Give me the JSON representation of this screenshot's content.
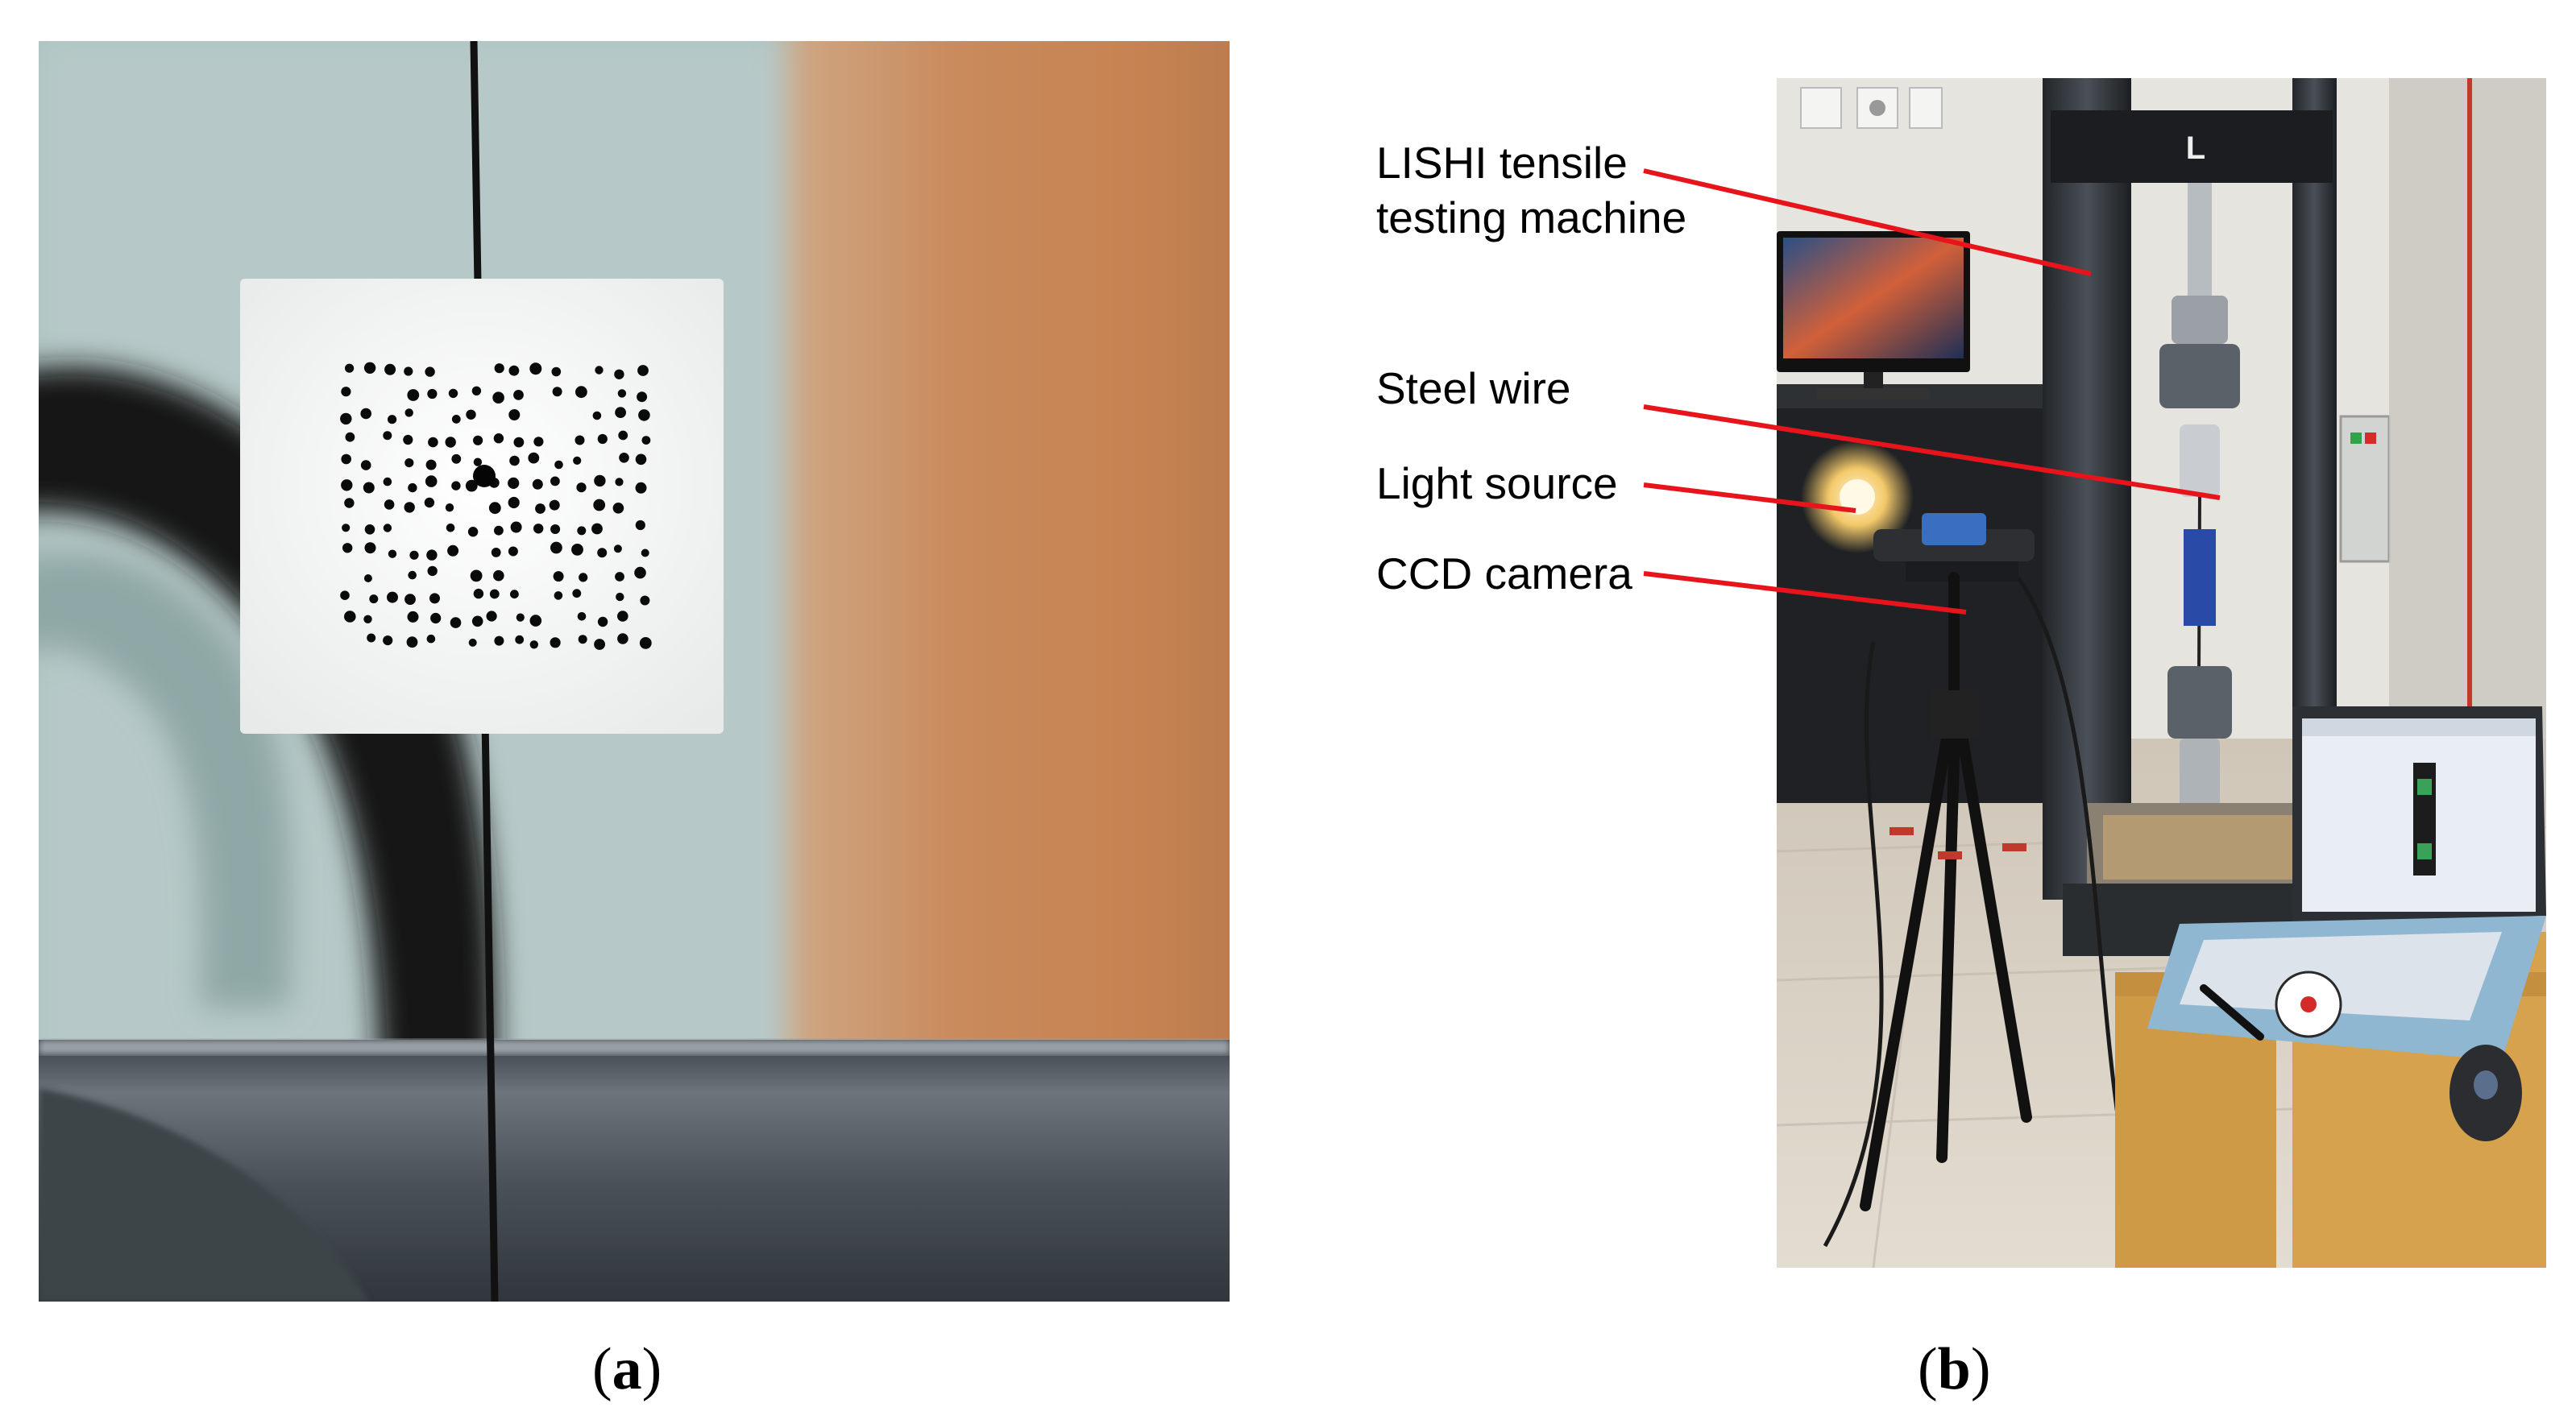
{
  "panels": [
    {
      "id": "a",
      "caption_open": "(",
      "caption_letter": "a",
      "caption_close": ")",
      "subject": "speckle-target-on-wire-photo"
    },
    {
      "id": "b",
      "caption_open": "(",
      "caption_letter": "b",
      "caption_close": ")",
      "subject": "tensile-test-setup-photo"
    }
  ],
  "annotations": [
    {
      "line1": "LISHI tensile",
      "line2": "testing machine"
    },
    {
      "line1": "Steel wire"
    },
    {
      "line1": "Light source"
    },
    {
      "line1": "CCD camera"
    }
  ],
  "colors": {
    "leader_line": "#e8141b",
    "caption": "#000000",
    "label": "#000000"
  }
}
